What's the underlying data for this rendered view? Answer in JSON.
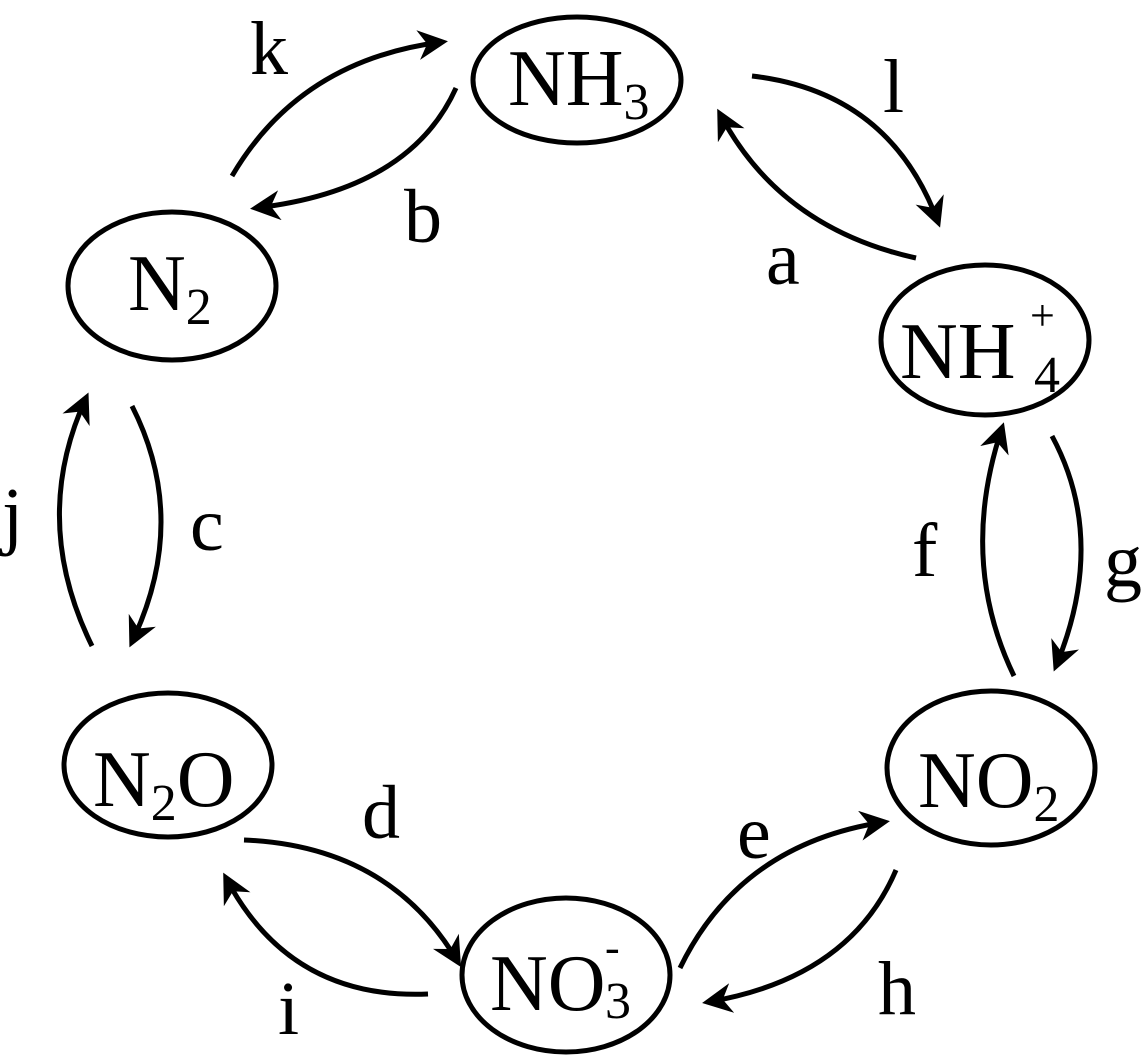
{
  "nodes": {
    "nh3": {
      "base": "NH",
      "sub": "3"
    },
    "nh4": {
      "base": "NH",
      "sub": "4",
      "sup": "+"
    },
    "no2": {
      "base": "NO",
      "sub": "2"
    },
    "no3": {
      "base": "NO",
      "sub": "3",
      "sup": "-"
    },
    "n2o": {
      "base": "N",
      "sub": "2",
      "tail": "O"
    },
    "n2": {
      "base": "N",
      "sub": "2"
    }
  },
  "labels": {
    "a": "a",
    "b": "b",
    "c": "c",
    "d": "d",
    "e": "e",
    "f": "f",
    "g": "g",
    "h": "h",
    "i": "i",
    "j": "j",
    "k": "k",
    "l": "l"
  }
}
